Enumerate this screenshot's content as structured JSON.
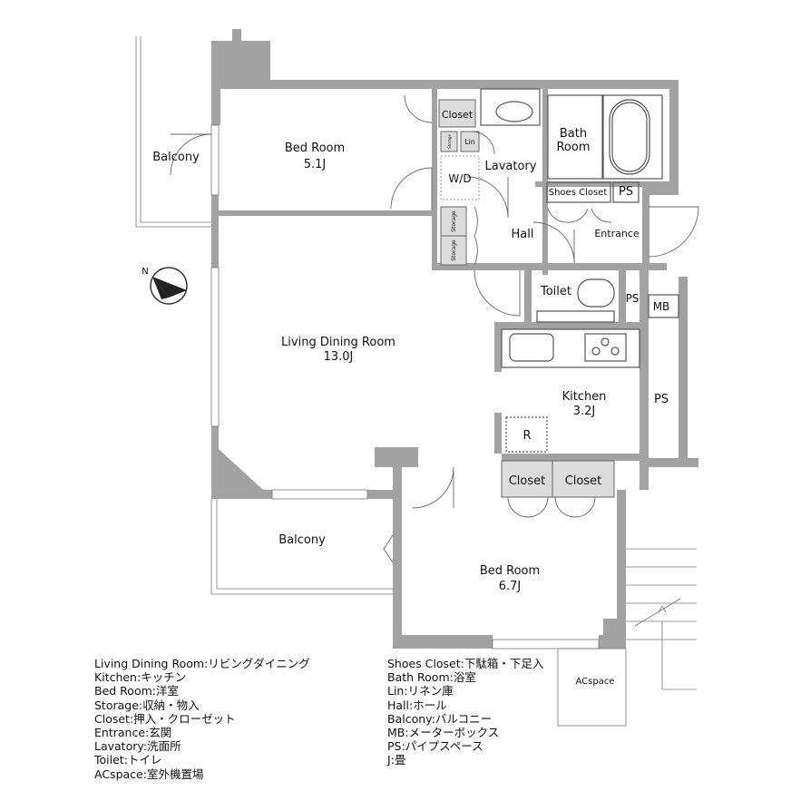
{
  "rooms": {
    "bed_room_1": {
      "name": "Bed Room",
      "size": "5.1J"
    },
    "balcony_1": "Balcony",
    "closet_top": "Closet",
    "storage_small": "Storage",
    "lin": "Lin",
    "wd": "W/D",
    "lavatory": "Lavatory",
    "bath_room": "Bath Room",
    "shoes_closet": "Shoes Closet",
    "ps_1": "PS",
    "storage_1": "Storage",
    "storage_2": "Storage",
    "hall": "Hall",
    "entrance": "Entrance",
    "toilet": "Toilet",
    "ps_2": "PS",
    "mb": "MB",
    "living": {
      "name": "Living Dining Room",
      "size": "13.0J"
    },
    "kitchen": {
      "name": "Kitchen",
      "size": "3.2J"
    },
    "ps_3": "PS",
    "fridge": "R",
    "closet_1": "Closet",
    "closet_2": "Closet",
    "balcony_2": "Balcony",
    "bed_room_2": {
      "name": "Bed Room",
      "size": "6.7J"
    },
    "acspace": "ACspace",
    "north": "N"
  },
  "legend_left": [
    "Living Dining Room:リビングダイニング",
    "Kitchen:キッチン",
    "Bed Room:洋室",
    "Storage:収納・物入",
    "Closet:押入・クローゼット",
    "Entrance:玄関",
    "Lavatory:洗面所",
    "Toilet:トイレ",
    "ACspace:室外機置場"
  ],
  "legend_right": [
    "Shoes Closet:下駄箱・下足入",
    "Bath Room:浴室",
    "Lin:リネン庫",
    "Hall:ホール",
    "Balcony:バルコニー",
    "MB:メーターボックス",
    "PS:パイプスペース",
    "J:畳"
  ],
  "colors": {
    "wall": "#a2a2a2",
    "closet": "#dcdcdc"
  }
}
